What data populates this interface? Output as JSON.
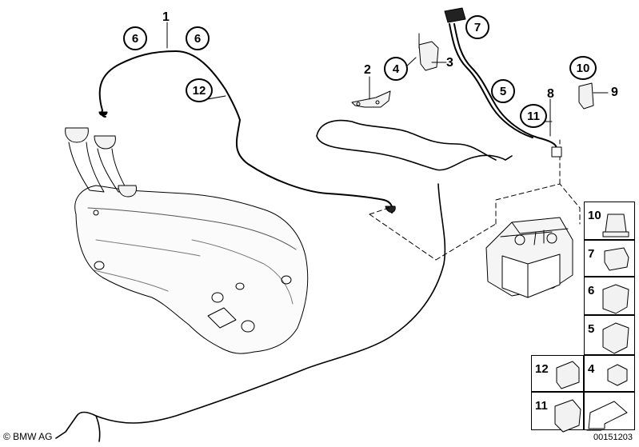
{
  "callouts": {
    "c1": "1",
    "c2": "2",
    "c3": "3",
    "c4": "4",
    "c5": "5",
    "c6a": "6",
    "c6b": "6",
    "c7": "7",
    "c8": "8",
    "c9": "9",
    "c10": "10",
    "c11": "11",
    "c12": "12"
  },
  "legend": {
    "r10": "10",
    "r7": "7",
    "r6": "6",
    "r5": "5",
    "r4": "4",
    "r12": "12",
    "r11": "11"
  },
  "footer": {
    "copyright": "© BMW AG",
    "diagram_id": "00151203"
  },
  "icons": [
    "copyright-icon",
    "arrow-icon",
    "nut-icon",
    "clip-icon",
    "bracket-icon"
  ]
}
